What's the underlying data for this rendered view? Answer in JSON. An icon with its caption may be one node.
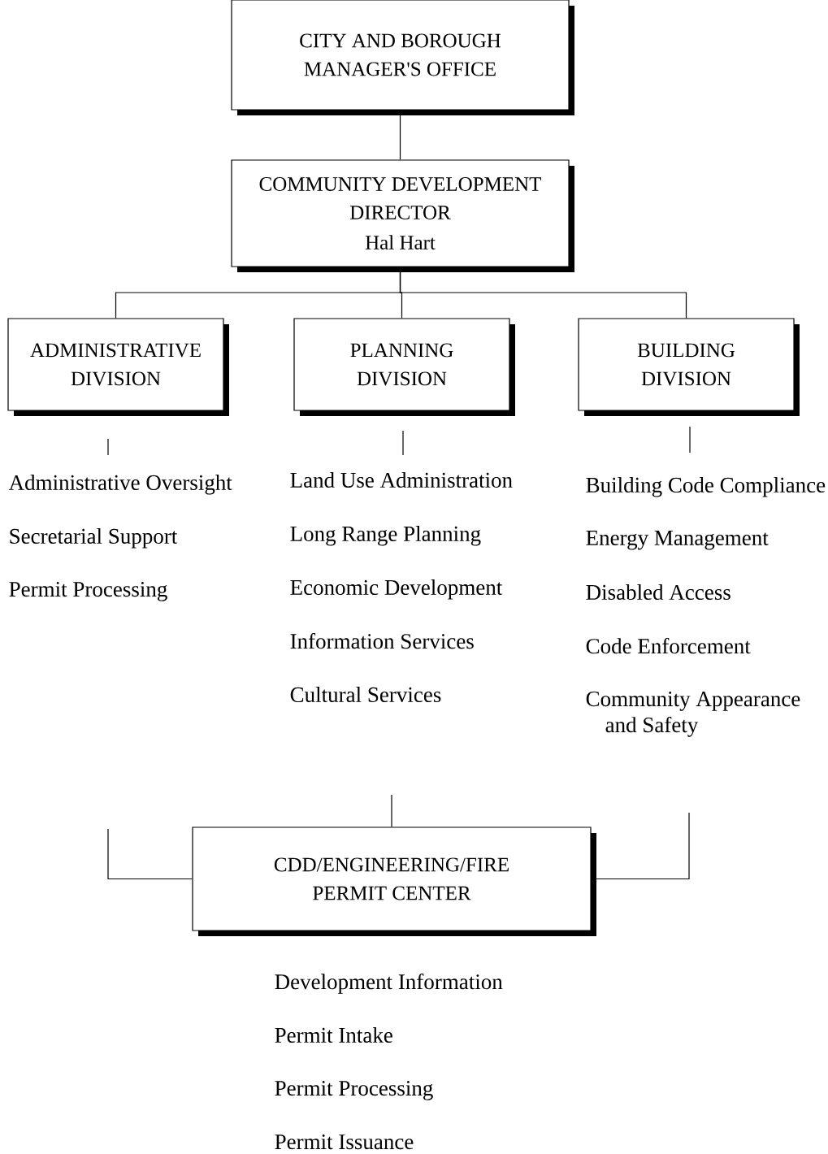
{
  "diagram": {
    "nodes": [
      {
        "text": [
          "CITY AND BOROUGH MANAGER'S OFFICE"
        ]
      },
      {
        "text": [
          "COMMUNITY DEVELOPMENT DIRECTOR",
          "Hal Hart"
        ]
      },
      {
        "text": [
          "ADMINISTRATIVE DIVISION"
        ]
      },
      {
        "text": [
          "PLANNING DIVISION"
        ]
      },
      {
        "text": [
          "BUILDING DIVISION"
        ]
      },
      {
        "text": [
          "CDD/ENGINEERING/FIRE PERMIT CENTER"
        ]
      }
    ],
    "edges": [
      {
        "from": 0,
        "to": 1,
        "arrow": "none"
      },
      {
        "from": 1,
        "to": 2,
        "arrow": "none"
      },
      {
        "from": 1,
        "to": 3,
        "arrow": "none"
      },
      {
        "from": 1,
        "to": 4,
        "arrow": "none"
      },
      {
        "from": null,
        "to": 5,
        "arrow": "none"
      },
      {
        "from": null,
        "to": 5,
        "arrow": "none"
      },
      {
        "from": null,
        "to": 5,
        "arrow": "none"
      }
    ],
    "labels": [
      "Administrative Oversight",
      "Secretarial Support",
      "Permit Processing",
      "Land Use Administration",
      "Long Range Planning",
      "Economic Development",
      "Information Services",
      "Cultural Services",
      "Building Code Compliance",
      "Energy Management",
      "Disabled Access",
      "Code Enforcement",
      "Community Appearance and Safety",
      "Development Information",
      "Permit Intake",
      "Permit Processing",
      "Permit Issuance"
    ]
  }
}
